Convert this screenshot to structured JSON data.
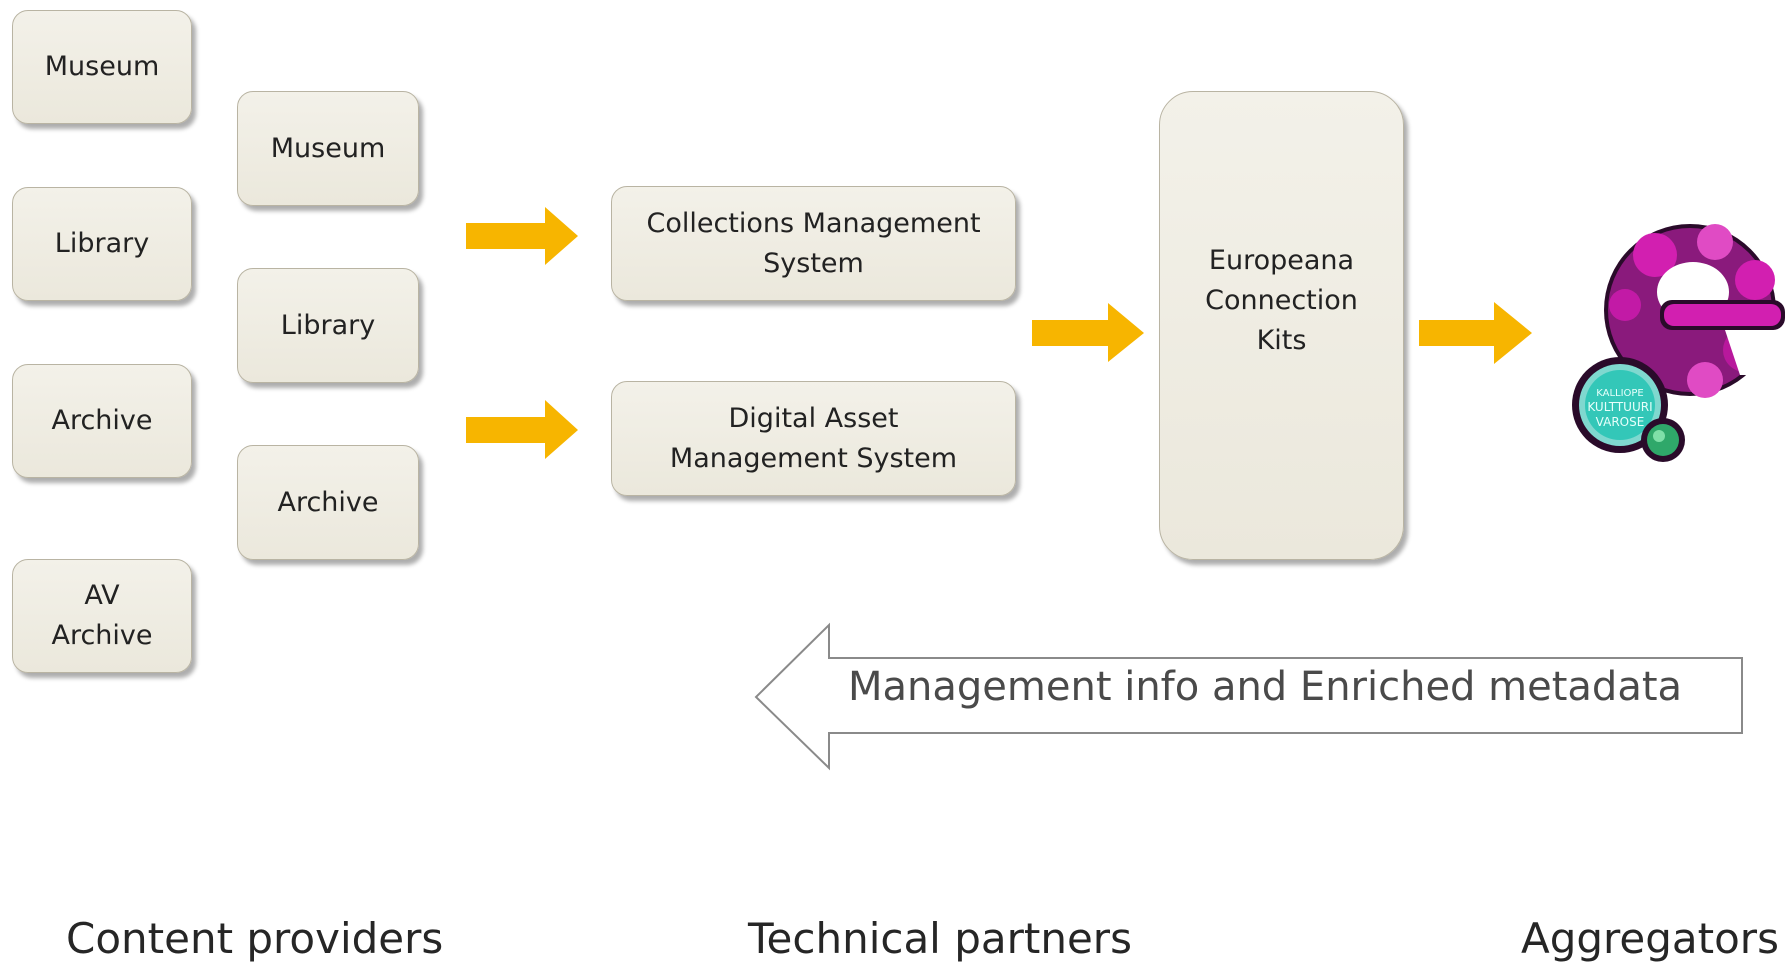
{
  "content_providers": {
    "column1": [
      "Museum",
      "Library",
      "Archive",
      "AV\nArchive"
    ],
    "column2": [
      "Museum",
      "Library",
      "Archive"
    ]
  },
  "technical_systems": {
    "collections": "Collections Management\nSystem",
    "dams": "Digital Asset\nManagement System"
  },
  "connection_kits": "Europeana\nConnection\nKits",
  "feedback_arrow_text": "Management info and Enriched metadata",
  "logo": {
    "lettering": "KALLIOPE KULTTUURI VAROSE",
    "colors": {
      "dark": "#2a0b2a",
      "magenta": "#d21fb0",
      "purple": "#8a1a7c",
      "teal": "#33c7b8",
      "green": "#2fa86a"
    }
  },
  "column_labels": {
    "content_providers": "Content providers",
    "technical_partners": "Technical partners",
    "aggregators": "Aggregators"
  },
  "colors": {
    "box_fill": "#efece2",
    "box_border": "#b9b4a3",
    "arrow": "#f7b500",
    "feedback_arrow_stroke": "#8a8a8a"
  }
}
